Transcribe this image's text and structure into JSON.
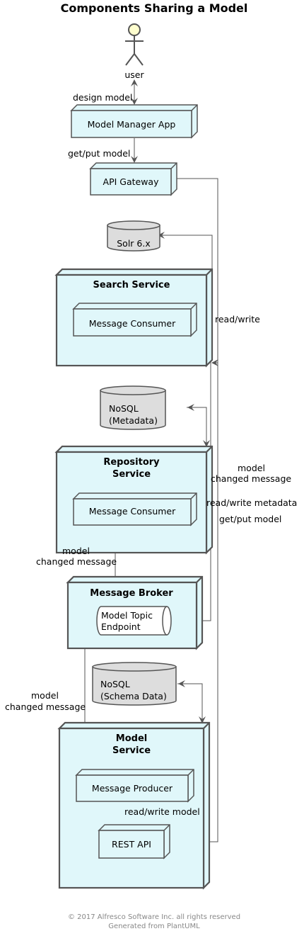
{
  "title": "Components Sharing a Model",
  "actor": {
    "label": "user"
  },
  "nodes": {
    "model_manager_app": "Model Manager App",
    "api_gateway": "API Gateway",
    "solr": "Solr 6.x",
    "search_service": {
      "title": "Search Service",
      "consumer": "Message Consumer"
    },
    "nosql_metadata": {
      "line1": "NoSQL",
      "line2": "(Metadata)"
    },
    "repository_service": {
      "title_line1": "Repository",
      "title_line2": "Service",
      "consumer": "Message Consumer"
    },
    "message_broker": {
      "title": "Message Broker",
      "topic_line1": "Model Topic",
      "topic_line2": "Endpoint"
    },
    "nosql_schema": {
      "line1": "NoSQL",
      "line2": "(Schema Data)"
    },
    "model_service": {
      "title_line1": "Model",
      "title_line2": "Service",
      "producer": "Message Producer",
      "rest_api": "REST API"
    }
  },
  "edges": {
    "design_model": "design model",
    "get_put_model_1": "get/put model",
    "read_write": "read/write",
    "model_changed_right_1": "model",
    "model_changed_right_2": "changed message",
    "read_write_metadata": "read/write metadata",
    "get_put_model_2": "get/put model",
    "model_changed_left_1": "model",
    "model_changed_left_2": "changed message",
    "model_changed_bottom_1": "model",
    "model_changed_bottom_2": "changed message",
    "read_write_model": "read/write model"
  },
  "footer": {
    "line1": "© 2017 Alfresco Software Inc. all rights reserved",
    "line2": "Generated from PlantUML"
  }
}
